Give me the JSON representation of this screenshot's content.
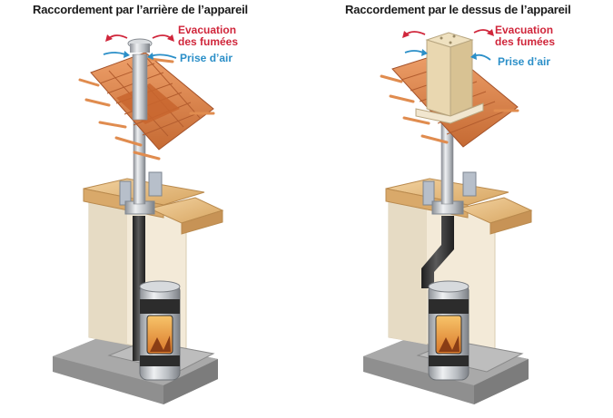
{
  "left": {
    "title": "Raccordement par l’arrière de l’appareil",
    "exhaust_line1": "Evacuation",
    "exhaust_line2": "des fumées",
    "intake": "Prise d’air"
  },
  "right": {
    "title": "Raccordement par le dessus de l’appareil",
    "exhaust_line1": "Evacuation",
    "exhaust_line2": "des fumées",
    "intake": "Prise d’air"
  },
  "colors": {
    "exhaust": "#d0263b",
    "intake": "#2b8fc8",
    "tile": "#d9824a",
    "wall": "#f3ead8",
    "floor": "#9a9a9a",
    "pipe_black": "#3b3b3b",
    "pipe_steel": "#c9ccd0"
  },
  "icons": {
    "exhaust_arrow": "curved-arrow-icon",
    "intake_arrow": "curved-arrow-icon"
  }
}
